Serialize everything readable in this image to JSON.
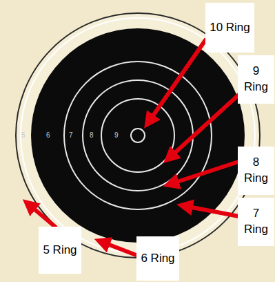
{
  "diagram": {
    "nodes": [
      {
        "text": [
          "10 Ring"
        ]
      },
      {
        "text": [
          "9 Ring"
        ]
      },
      {
        "text": [
          "8 Ring"
        ]
      },
      {
        "text": [
          "7 Ring"
        ]
      },
      {
        "text": [
          "5 Ring"
        ]
      },
      {
        "text": [
          "6 Ring"
        ]
      }
    ],
    "labels": [
      "5",
      "6",
      "7",
      "8",
      "9"
    ]
  }
}
